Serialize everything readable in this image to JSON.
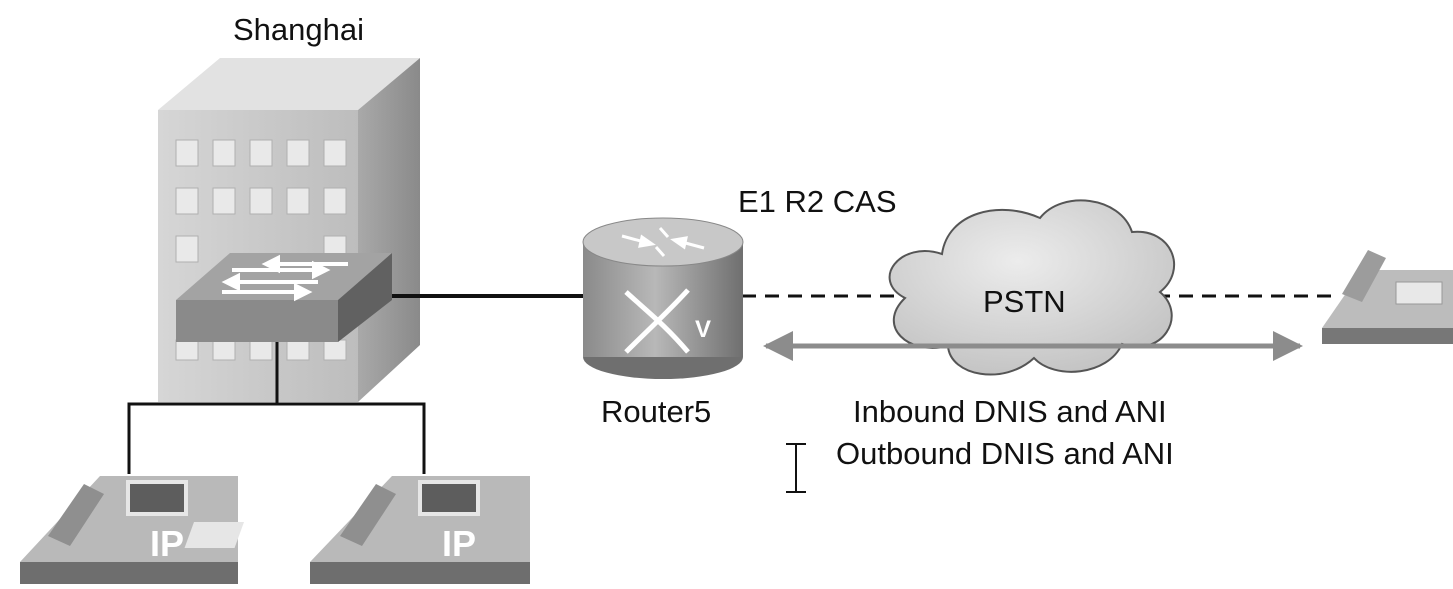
{
  "site_label": "Shanghai",
  "router_label": "Router5",
  "trunk_label": "E1 R2 CAS",
  "cloud_label": "PSTN",
  "signaling": {
    "inbound": "Inbound DNIS and ANI",
    "outbound": "Outbound DNIS and ANI"
  },
  "phone_badge": "IP",
  "router_badge": "V",
  "icons": [
    "building-icon",
    "switch-icon",
    "router-icon",
    "cloud-icon",
    "ip-phone-icon",
    "analog-phone-icon",
    "text-cursor-icon"
  ],
  "colors": {
    "building": "#c9c9c9",
    "equipment": "#8f8f8f",
    "link": "#111111",
    "arrow": "#8c8c8c"
  }
}
